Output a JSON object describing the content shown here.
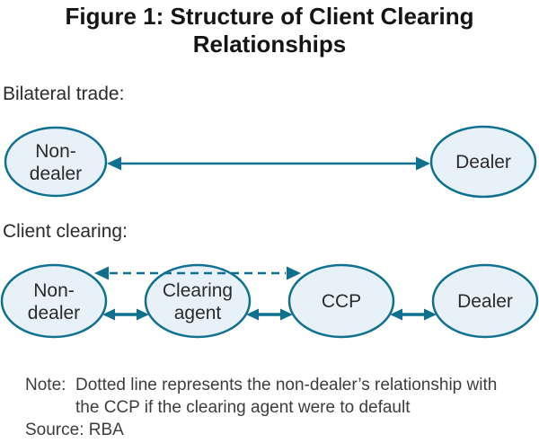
{
  "figure": {
    "title_line1": "Figure 1: Structure of Client Clearing",
    "title_line2": "Relationships"
  },
  "bilateral": {
    "section_label": "Bilateral trade:",
    "nodes": {
      "non_dealer": {
        "line1": "Non-",
        "line2": "dealer"
      },
      "dealer": {
        "label": "Dealer"
      }
    }
  },
  "client_clearing": {
    "section_label": "Client clearing:",
    "nodes": {
      "non_dealer": {
        "line1": "Non-",
        "line2": "dealer"
      },
      "clearing_agent": {
        "line1": "Clearing",
        "line2": "agent"
      },
      "ccp": {
        "label": "CCP"
      },
      "dealer": {
        "label": "Dealer"
      }
    }
  },
  "note": {
    "label": "Note:",
    "line1": "Dotted line represents the non-dealer’s relationship with",
    "line2": "the CCP if the clearing agent were to default",
    "source": "Source: RBA"
  },
  "colors": {
    "accent_teal": "#10708f",
    "node_fill": "#e8f1f8",
    "text_dark": "#2b2b2b"
  }
}
